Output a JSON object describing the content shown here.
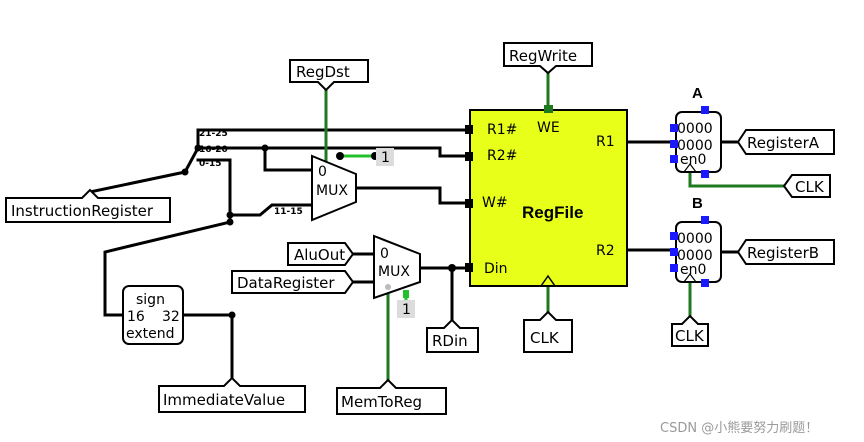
{
  "tunnels": {
    "regdst": "RegDst",
    "regwrite": "RegWrite",
    "instruction_register": "InstructionRegister",
    "aluout": "AluOut",
    "data_register": "DataRegister",
    "rdin": "RDin",
    "clk_regfile": "CLK",
    "clk_a": "CLK",
    "clk_b": "CLK",
    "immediate_value": "ImmediateValue",
    "memtoreg": "MemToReg",
    "register_a": "RegisterA",
    "register_b": "RegisterB"
  },
  "splitter_labels": {
    "bits_21_25": "21-25",
    "bits_16_20": "16-20",
    "bits_0_15": "0-15",
    "bits_11_15": "11-15"
  },
  "mux1": {
    "label": "MUX",
    "in0": "0",
    "const": "1"
  },
  "mux2": {
    "label": "MUX",
    "in0": "0",
    "const": "1"
  },
  "regfile": {
    "title": "RegFile",
    "pins": {
      "r1": "R1#",
      "r2": "R2#",
      "w": "W#",
      "din": "Din",
      "we": "WE",
      "out1": "R1",
      "out2": "R2"
    }
  },
  "sign_extend": {
    "line1": "sign",
    "line2_left": "16",
    "line2_right": "32",
    "line3": "extend"
  },
  "register_a": {
    "title": "A",
    "row1": "0000",
    "row2": "0000",
    "en": "en0"
  },
  "register_b": {
    "title": "B",
    "row1": "0000",
    "row2": "0000",
    "en": "en0"
  },
  "watermark": "CSDN @小熊要努力刷题！",
  "colors": {
    "regfile_fill": "#e8ff1a",
    "wire": "#000000",
    "control_wire": "#1f7a1f",
    "const_wire": "#22c02a",
    "pin_blue": "#1a1aff"
  }
}
